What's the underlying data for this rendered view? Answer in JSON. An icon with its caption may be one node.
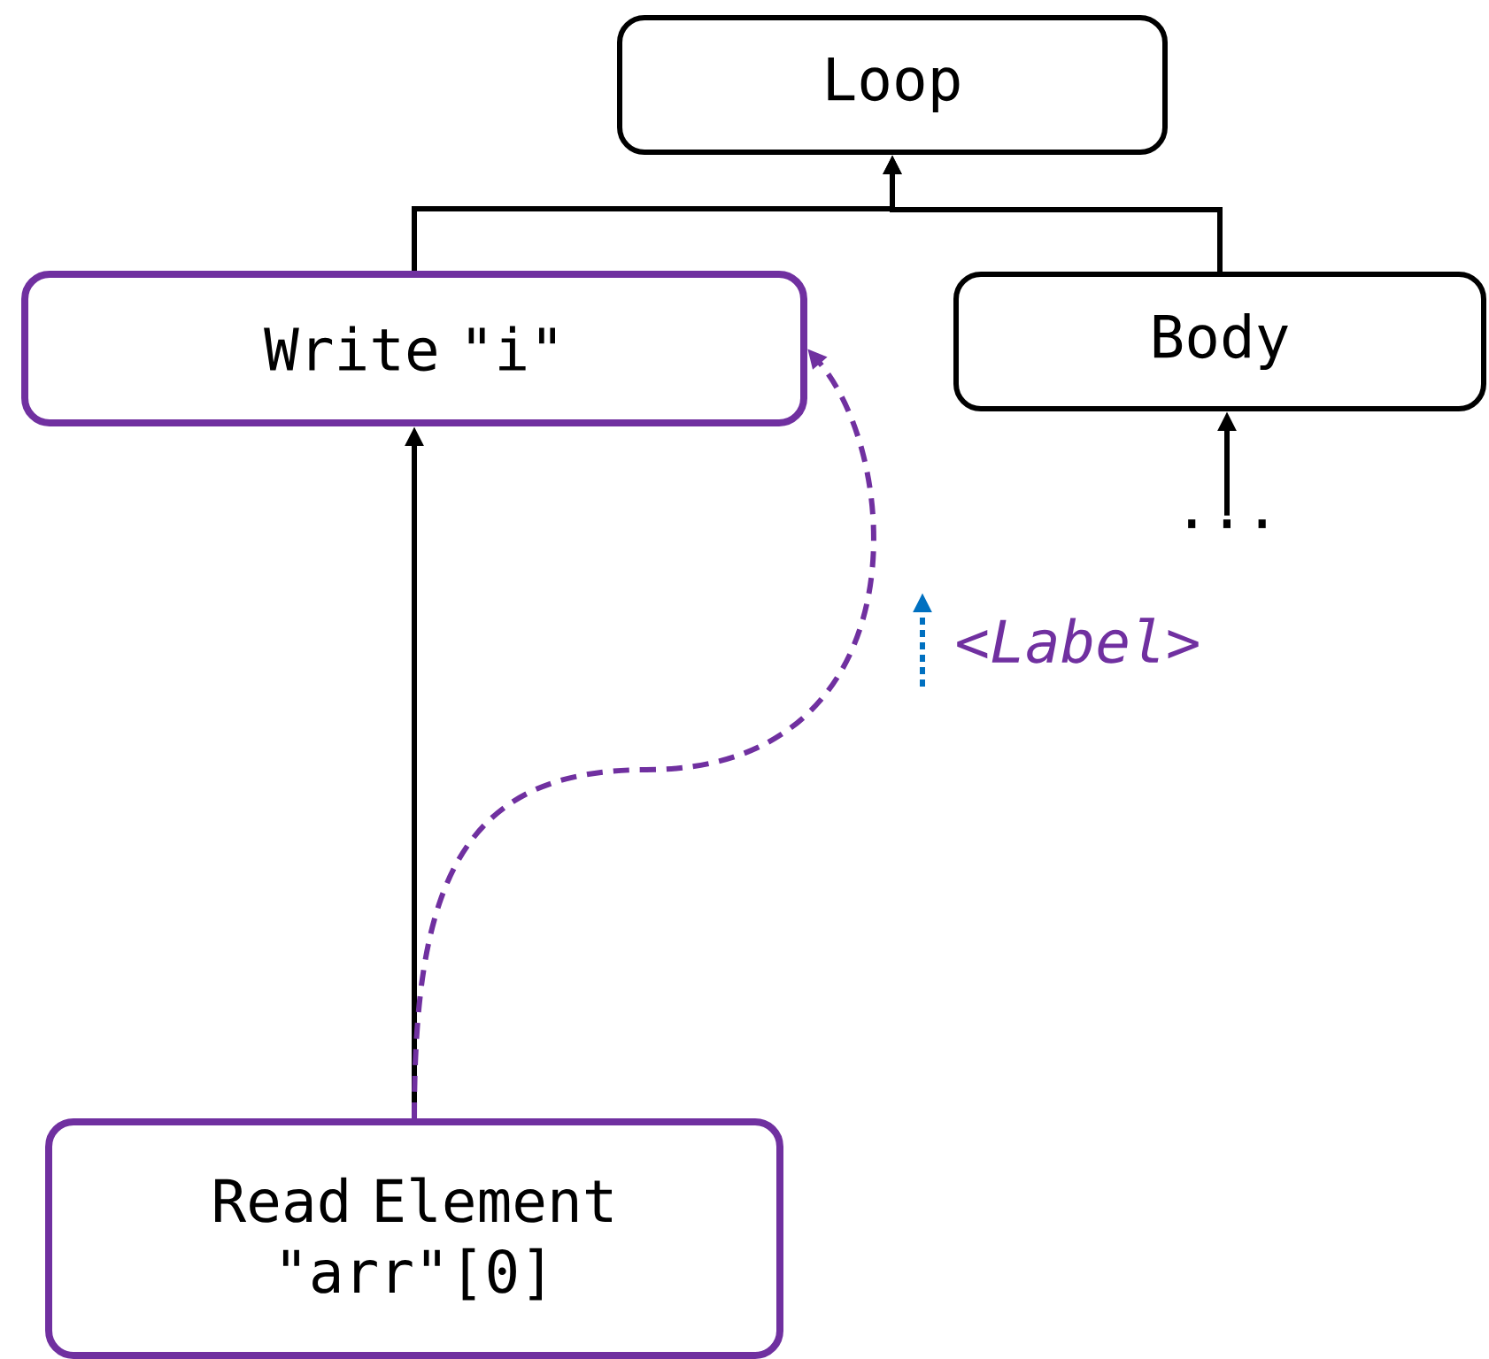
{
  "diagram": {
    "nodes": [
      {
        "text": [
          "Loop"
        ]
      },
      {
        "text": [
          "Write \"i\""
        ]
      },
      {
        "text": [
          "Body"
        ]
      },
      {
        "text": [
          "..."
        ]
      },
      {
        "text": [
          "Read Element \"arr\"[0]"
        ]
      }
    ],
    "edges": [
      {
        "from": 1,
        "to": 0,
        "arrow": "to"
      },
      {
        "from": 2,
        "to": 0,
        "arrow": "to"
      },
      {
        "from": 3,
        "to": 2,
        "arrow": "to"
      },
      {
        "from": 4,
        "to": 1,
        "arrow": "to"
      },
      {
        "from": 4,
        "to": 1,
        "arrow": "to",
        "style": "dashed",
        "color": "#7030a0",
        "label": "<Label>"
      }
    ]
  }
}
